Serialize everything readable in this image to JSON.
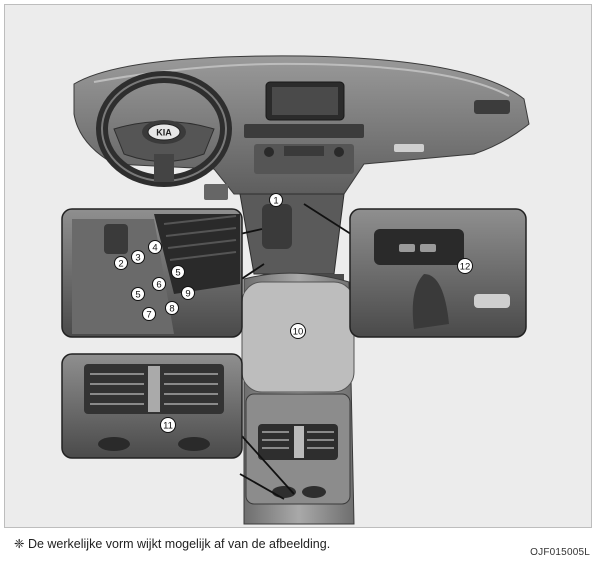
{
  "footnote": "❈ De werkelijke vorm wijkt mogelijk af van de afbeelding.",
  "figure_code": "OJF015005L",
  "brand_badge": "KIA",
  "callouts": {
    "c1": "1",
    "c2": "2",
    "c3": "3",
    "c4": "4",
    "c5a": "5",
    "c5b": "5",
    "c6": "6",
    "c7": "7",
    "c8": "8",
    "c9": "9",
    "c10": "10",
    "c11": "11",
    "c12": "12"
  }
}
